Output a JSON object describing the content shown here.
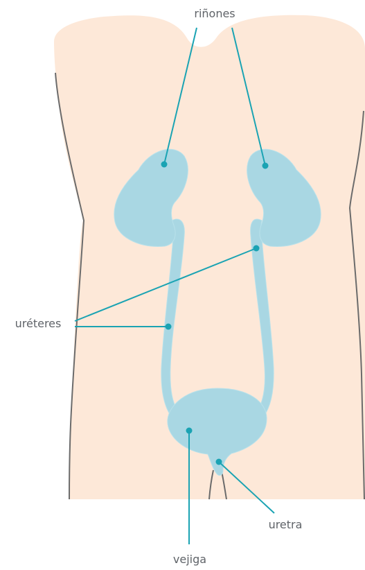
{
  "labels": {
    "kidneys": "riñones",
    "ureters": "uréteres",
    "bladder": "vejiga",
    "urethra": "uretra"
  },
  "colors": {
    "skin": "#fde8d8",
    "organ": "#a9d7e3",
    "leader": "#1aa3b3",
    "text": "#5f6368",
    "outline": "#6b6b6b"
  }
}
